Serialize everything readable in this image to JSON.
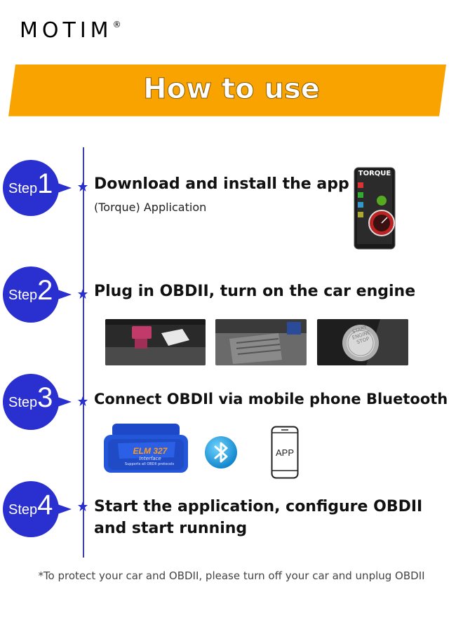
{
  "brand": {
    "name": "MOTIM",
    "mark": "®"
  },
  "banner": {
    "title": "How to use",
    "color": "#f8a300"
  },
  "steps": [
    {
      "word": "Step",
      "number": "1",
      "heading": "Download and install the app",
      "sub": "(Torque) Application"
    },
    {
      "word": "Step",
      "number": "2",
      "heading": "Plug in OBDII, turn on the car engine"
    },
    {
      "word": "Step",
      "number": "3",
      "heading": "Connect OBDIl via mobile phone Bluetooth"
    },
    {
      "word": "Step",
      "number": "4",
      "heading_line1": "Start the application, configure OBDII",
      "heading_line2": "and start running"
    }
  ],
  "torque_phone": {
    "title": "TORQUE"
  },
  "engine_button": {
    "line1": "START",
    "line2": "ENGINE",
    "line3": "STOP"
  },
  "obd_device": {
    "label1": "ELM 327",
    "label2": "Interface",
    "label3": "Supports all OBDII protocols"
  },
  "phone_icon": {
    "label": "APP"
  },
  "note": "*To protect your car and OBDII, please turn off your car and unplug OBDII",
  "colors": {
    "step_blue": "#2a2fd0",
    "timeline": "#3b3fb0",
    "orange": "#f8a300"
  }
}
